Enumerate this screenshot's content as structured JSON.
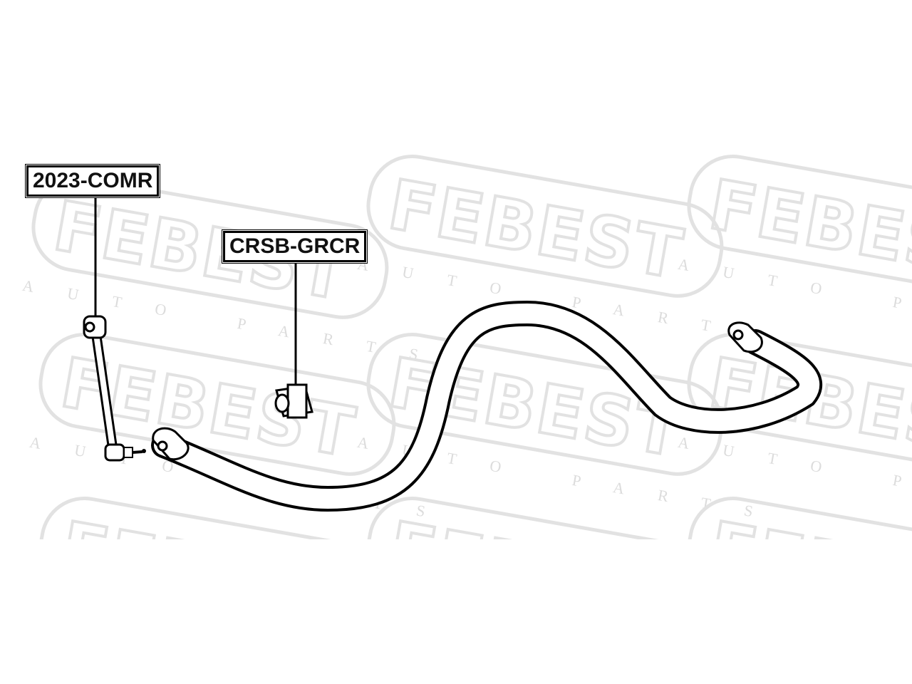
{
  "watermark": {
    "brand": "FEBEST",
    "tagline": "AUTO PARTS",
    "color": "#e2e2e2"
  },
  "parts": [
    {
      "id": "stabilizer-link",
      "part_number": "2023-COMR"
    },
    {
      "id": "stabilizer-bushing",
      "part_number": "CRSB-GRCR"
    }
  ],
  "colors": {
    "line": "#000000",
    "background": "#ffffff"
  }
}
